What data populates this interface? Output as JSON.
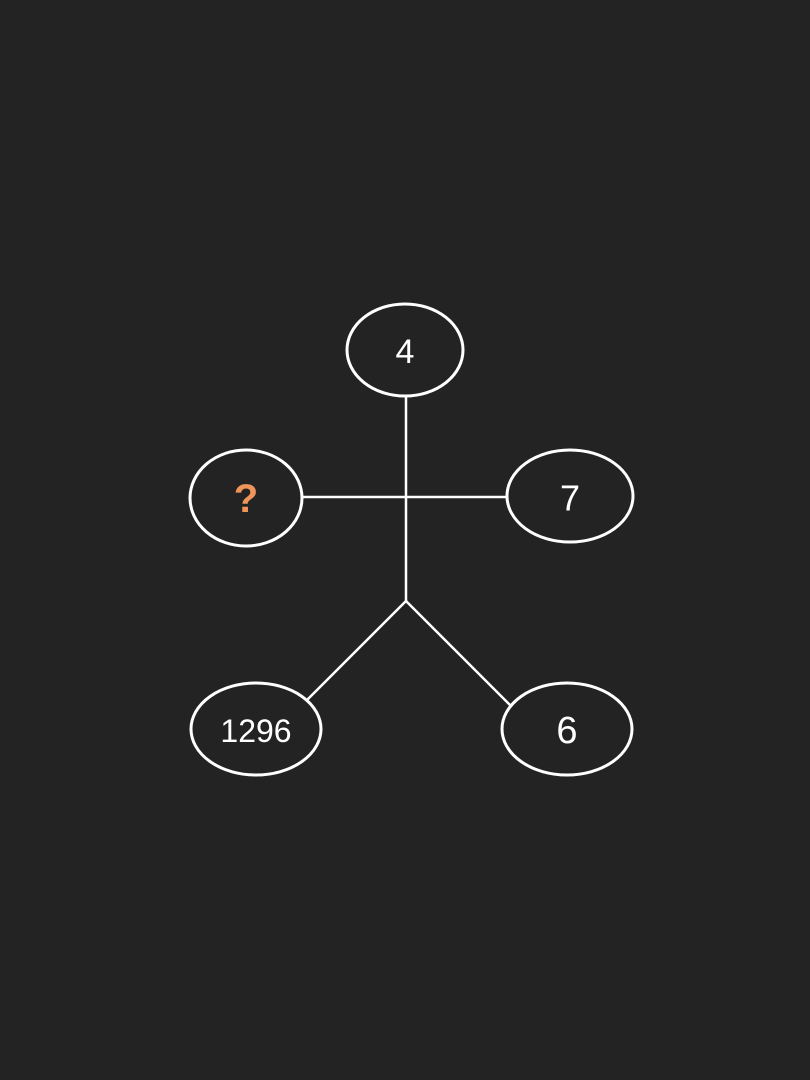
{
  "colors": {
    "background": "#232323",
    "stroke": "#ffffff",
    "text": "#ffffff",
    "unknown_accent": "#f0955a"
  },
  "figure": {
    "nodes": {
      "top": "4",
      "left": "?",
      "right": "7",
      "bottom_left": "1296",
      "bottom_right": "6"
    }
  }
}
